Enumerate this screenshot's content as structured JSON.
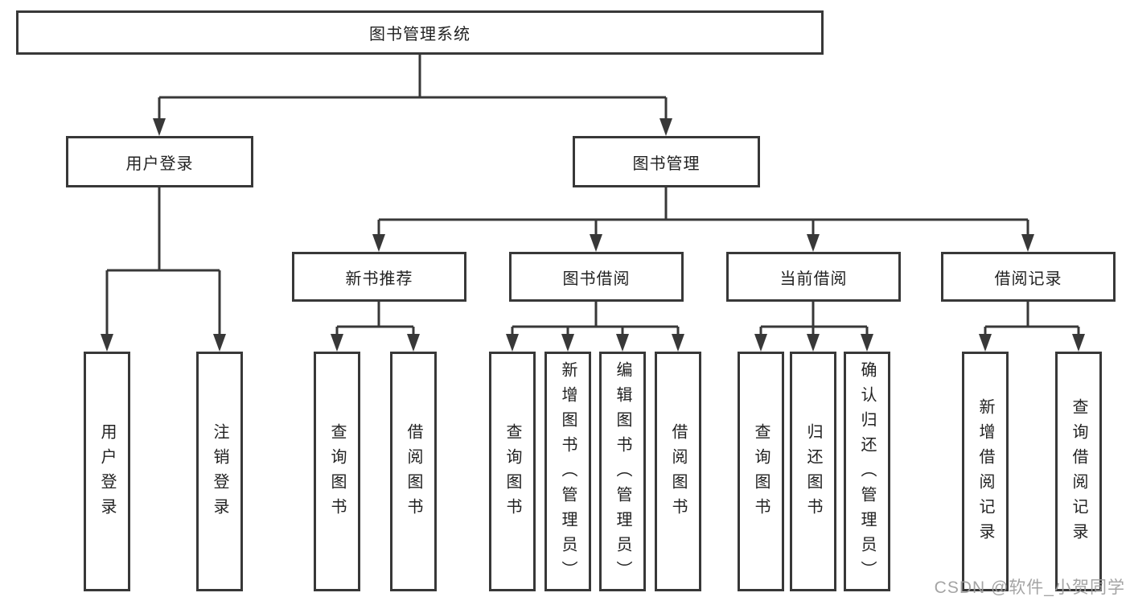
{
  "diagram": {
    "title": "图书管理系统",
    "nodes": {
      "root": {
        "label": "图书管理系统"
      },
      "user_login": {
        "label": "用户登录"
      },
      "book_mgmt": {
        "label": "图书管理"
      },
      "new_book_rec": {
        "label": "新书推荐"
      },
      "book_borrow": {
        "label": "图书借阅"
      },
      "current_borrow": {
        "label": "当前借阅"
      },
      "borrow_records": {
        "label": "借阅记录"
      },
      "leaf_user_login": {
        "label": "用户登录"
      },
      "leaf_logout": {
        "label": "注销登录"
      },
      "nb_query_books": {
        "label": "查询图书"
      },
      "nb_borrow_books": {
        "label": "借阅图书"
      },
      "bb_query_books": {
        "label": "查询图书"
      },
      "bb_add_books": {
        "label": "新增图书（管理员）"
      },
      "bb_edit_books": {
        "label": "编辑图书（管理员）"
      },
      "bb_borrow_books": {
        "label": "借阅图书"
      },
      "cb_query_books": {
        "label": "查询图书"
      },
      "cb_return_books": {
        "label": "归还图书"
      },
      "cb_confirm_return": {
        "label": "确认归还（管理员）"
      },
      "br_add_record": {
        "label": "新增借阅记录"
      },
      "br_query_record": {
        "label": "查询借阅记录"
      }
    },
    "hierarchy": {
      "图书管理系统": {
        "用户登录": [
          "用户登录",
          "注销登录"
        ],
        "图书管理": {
          "新书推荐": [
            "查询图书",
            "借阅图书"
          ],
          "图书借阅": [
            "查询图书",
            "新增图书（管理员）",
            "编辑图书（管理员）",
            "借阅图书"
          ],
          "当前借阅": [
            "查询图书",
            "归还图书",
            "确认归还（管理员）"
          ],
          "借阅记录": [
            "新增借阅记录",
            "查询借阅记录"
          ]
        }
      }
    },
    "colors": {
      "line": "#383838",
      "text": "#222222",
      "box_fill": "#ffffff",
      "watermark": "#9d9d9d"
    }
  },
  "watermark": {
    "text": "CSDN @软件_小贺同学"
  }
}
